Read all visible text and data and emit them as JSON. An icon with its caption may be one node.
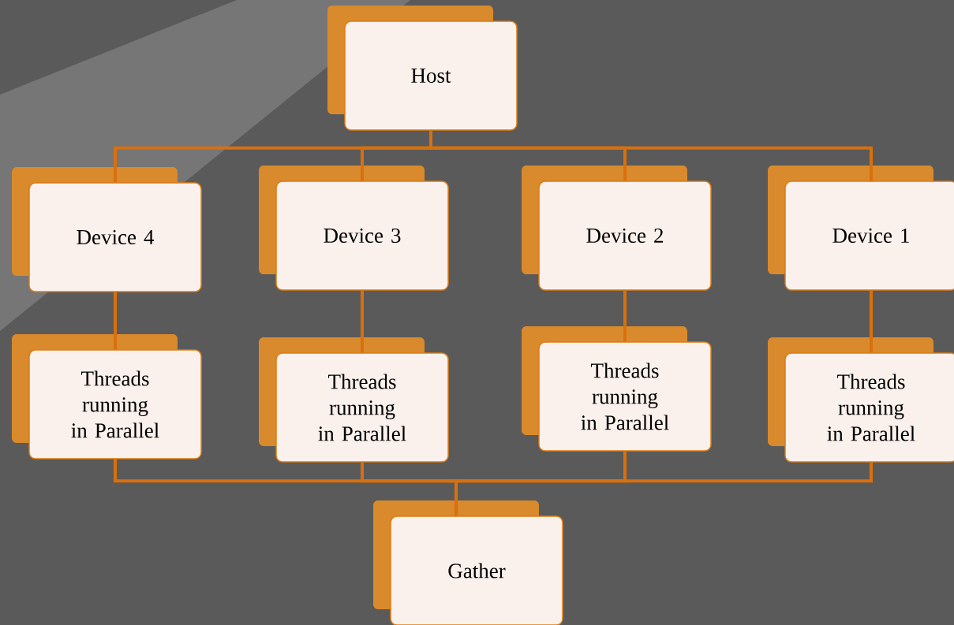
{
  "diagram": {
    "nodes": [
      {
        "text": [
          "Host"
        ]
      },
      {
        "text": [
          "Device 4"
        ]
      },
      {
        "text": [
          "Device 3"
        ]
      },
      {
        "text": [
          "Device 2"
        ]
      },
      {
        "text": [
          "Device 1"
        ]
      },
      {
        "text": [
          "Threads running in Parallel"
        ]
      },
      {
        "text": [
          "Threads running in Parallel"
        ]
      },
      {
        "text": [
          "Threads running in Parallel"
        ]
      },
      {
        "text": [
          "Threads running in Parallel"
        ]
      },
      {
        "text": [
          "Gather"
        ]
      }
    ],
    "edges": [
      {
        "from": 0,
        "to": 1,
        "arrow": "none"
      },
      {
        "from": 0,
        "to": 2,
        "arrow": "none"
      },
      {
        "from": 0,
        "to": 3,
        "arrow": "none"
      },
      {
        "from": 0,
        "to": 4,
        "arrow": "none"
      },
      {
        "from": 1,
        "to": 5,
        "arrow": "none"
      },
      {
        "from": 2,
        "to": 6,
        "arrow": "none"
      },
      {
        "from": 3,
        "to": 7,
        "arrow": "none"
      },
      {
        "from": 4,
        "to": 8,
        "arrow": "none"
      },
      {
        "from": 5,
        "to": 9,
        "arrow": "none"
      },
      {
        "from": 6,
        "to": 9,
        "arrow": "none"
      },
      {
        "from": 7,
        "to": 9,
        "arrow": "none"
      },
      {
        "from": 8,
        "to": 9,
        "arrow": "none"
      }
    ]
  }
}
